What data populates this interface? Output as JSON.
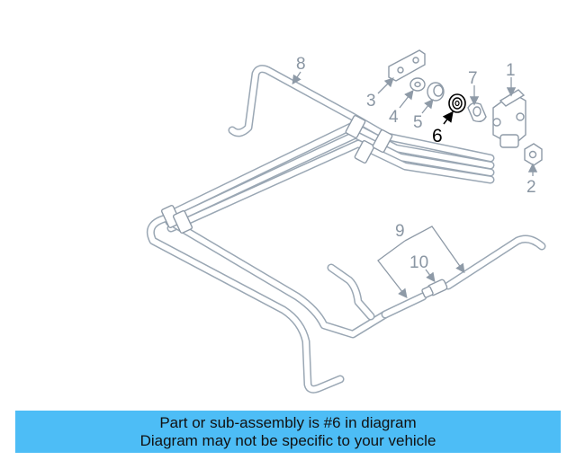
{
  "callouts": [
    "1",
    "2",
    "3",
    "4",
    "5",
    "6",
    "7",
    "8",
    "9",
    "10"
  ],
  "highlighted_callout": "6",
  "banner": {
    "line1": "Part or sub-assembly is #6 in diagram",
    "line2": "Diagram may not be specific to your vehicle"
  },
  "colors": {
    "banner_bg": "#4dbdf6",
    "linework": "#8e9aa7",
    "highlight": "#000000"
  }
}
